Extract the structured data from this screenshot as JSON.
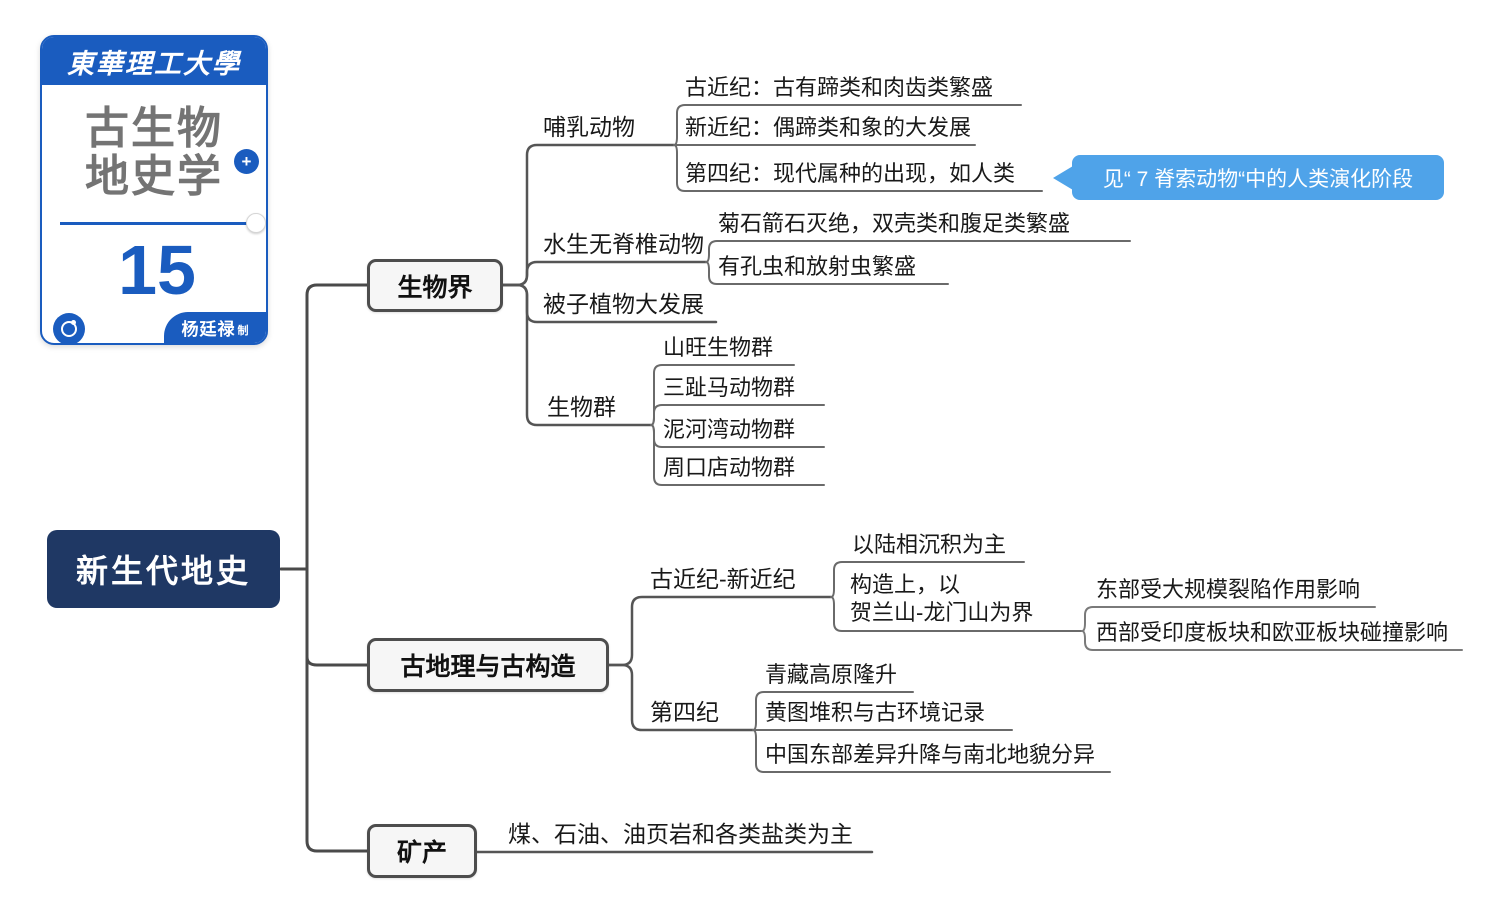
{
  "colors": {
    "card_blue": "#1a5cbf",
    "root_navy": "#1f3864",
    "callout_blue": "#4fa3e9",
    "branch_box_fill": "#f6f6f6",
    "line_dark": "#4a4a4a"
  },
  "card": {
    "university": "東華理工大學",
    "title_line1": "古生物",
    "title_line2": "地史学",
    "plus": "+",
    "number": "15",
    "author": "杨廷禄",
    "author_suffix": "制"
  },
  "root": {
    "label": "新生代地史"
  },
  "biosphere": {
    "label": "生物界",
    "mammals": {
      "label": "哺乳动物",
      "children": [
        "古近纪：古有蹄类和肉齿类繁盛",
        "新近纪：偶蹄类和象的大发展",
        "第四纪：现代属种的出现，如人类"
      ]
    },
    "callout": "见“ 7 脊索动物“中的人类演化阶段",
    "aquatic": {
      "label": "水生无脊椎动物",
      "children": [
        "菊石箭石灭绝，双壳类和腹足类繁盛",
        "有孔虫和放射虫繁盛"
      ]
    },
    "angiosperm": "被子植物大发展",
    "biota": {
      "label": "生物群",
      "children": [
        "山旺生物群",
        "三趾马动物群",
        "泥河湾动物群",
        "周口店动物群"
      ]
    }
  },
  "paleogeo": {
    "label": "古地理与古构造",
    "paleogene_neogene": {
      "label": "古近纪-新近纪",
      "sediment": "以陆相沉积为主",
      "tectonic_line1": "构造上，以",
      "tectonic_line2": "贺兰山-龙门山为界",
      "east": "东部受大规模裂陷作用影响",
      "west": "西部受印度板块和欧亚板块碰撞影响"
    },
    "quaternary": {
      "label": "第四纪",
      "children": [
        "青藏高原隆升",
        "黄图堆积与古环境记录",
        "中国东部差异升降与南北地貌分异"
      ]
    }
  },
  "minerals": {
    "label": "矿产",
    "child": "煤、石油、油页岩和各类盐类为主"
  }
}
